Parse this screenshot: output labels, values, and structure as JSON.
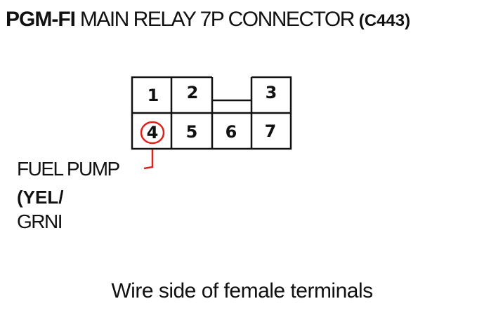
{
  "title": {
    "brand": "PGM-FI",
    "main": " MAIN RELAY 7P CONNECTOR ",
    "code": "(C443)"
  },
  "connector": {
    "pins_top": [
      "1",
      "2",
      "3"
    ],
    "pins_bottom": [
      "4",
      "5",
      "6",
      "7"
    ],
    "highlighted_pin": "4",
    "highlight_color": "#e0201a"
  },
  "wire_label": {
    "line1": "FUEL PUMP",
    "line2": "(YEL/",
    "line3": "GRNI"
  },
  "caption": "Wire side of female terminals"
}
